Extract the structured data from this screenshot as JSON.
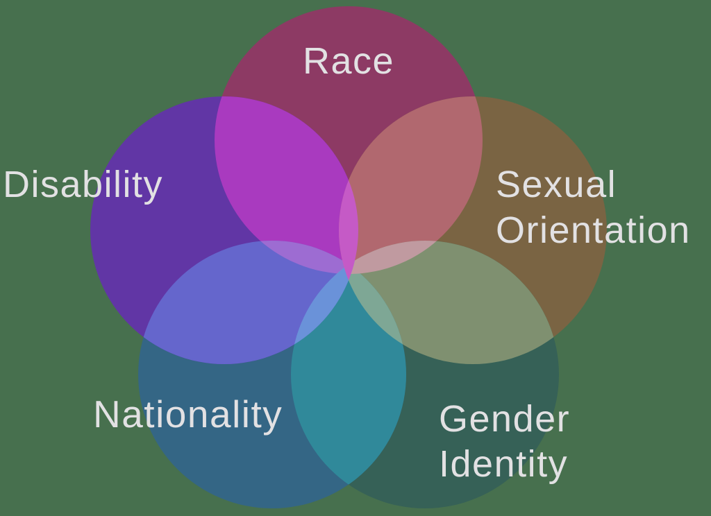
{
  "background_color": "#47704E",
  "text_color": "#E2E1E3",
  "circles": {
    "race": {
      "label": "Race",
      "color": "#8D3A64"
    },
    "sexual_orientation": {
      "label": "Sexual\nOrientation",
      "color": "#7A6443"
    },
    "gender_identity": {
      "label": "Gender\nIdentity",
      "color": "#366157"
    },
    "nationality": {
      "label": "Nationality",
      "color": "#346685"
    },
    "disability": {
      "label": "Disability",
      "color": "#6136A5"
    }
  },
  "overlaps": {
    "race_disability": "#A93ABF",
    "race_sexual_orientation": "#B1686F",
    "sexual_orientation_gender_identity": "#7F9070",
    "gender_identity_nationality": "#30899A",
    "nationality_disability": "#6566CC",
    "race_nationality": "#9D6CD2",
    "sexual_orientation_nationality": "#7EA795",
    "race_gender_identity": "#C09AA0",
    "disability_gender_identity": "#6A92D9",
    "disability_sexual_orientation": "#C55AC6"
  }
}
